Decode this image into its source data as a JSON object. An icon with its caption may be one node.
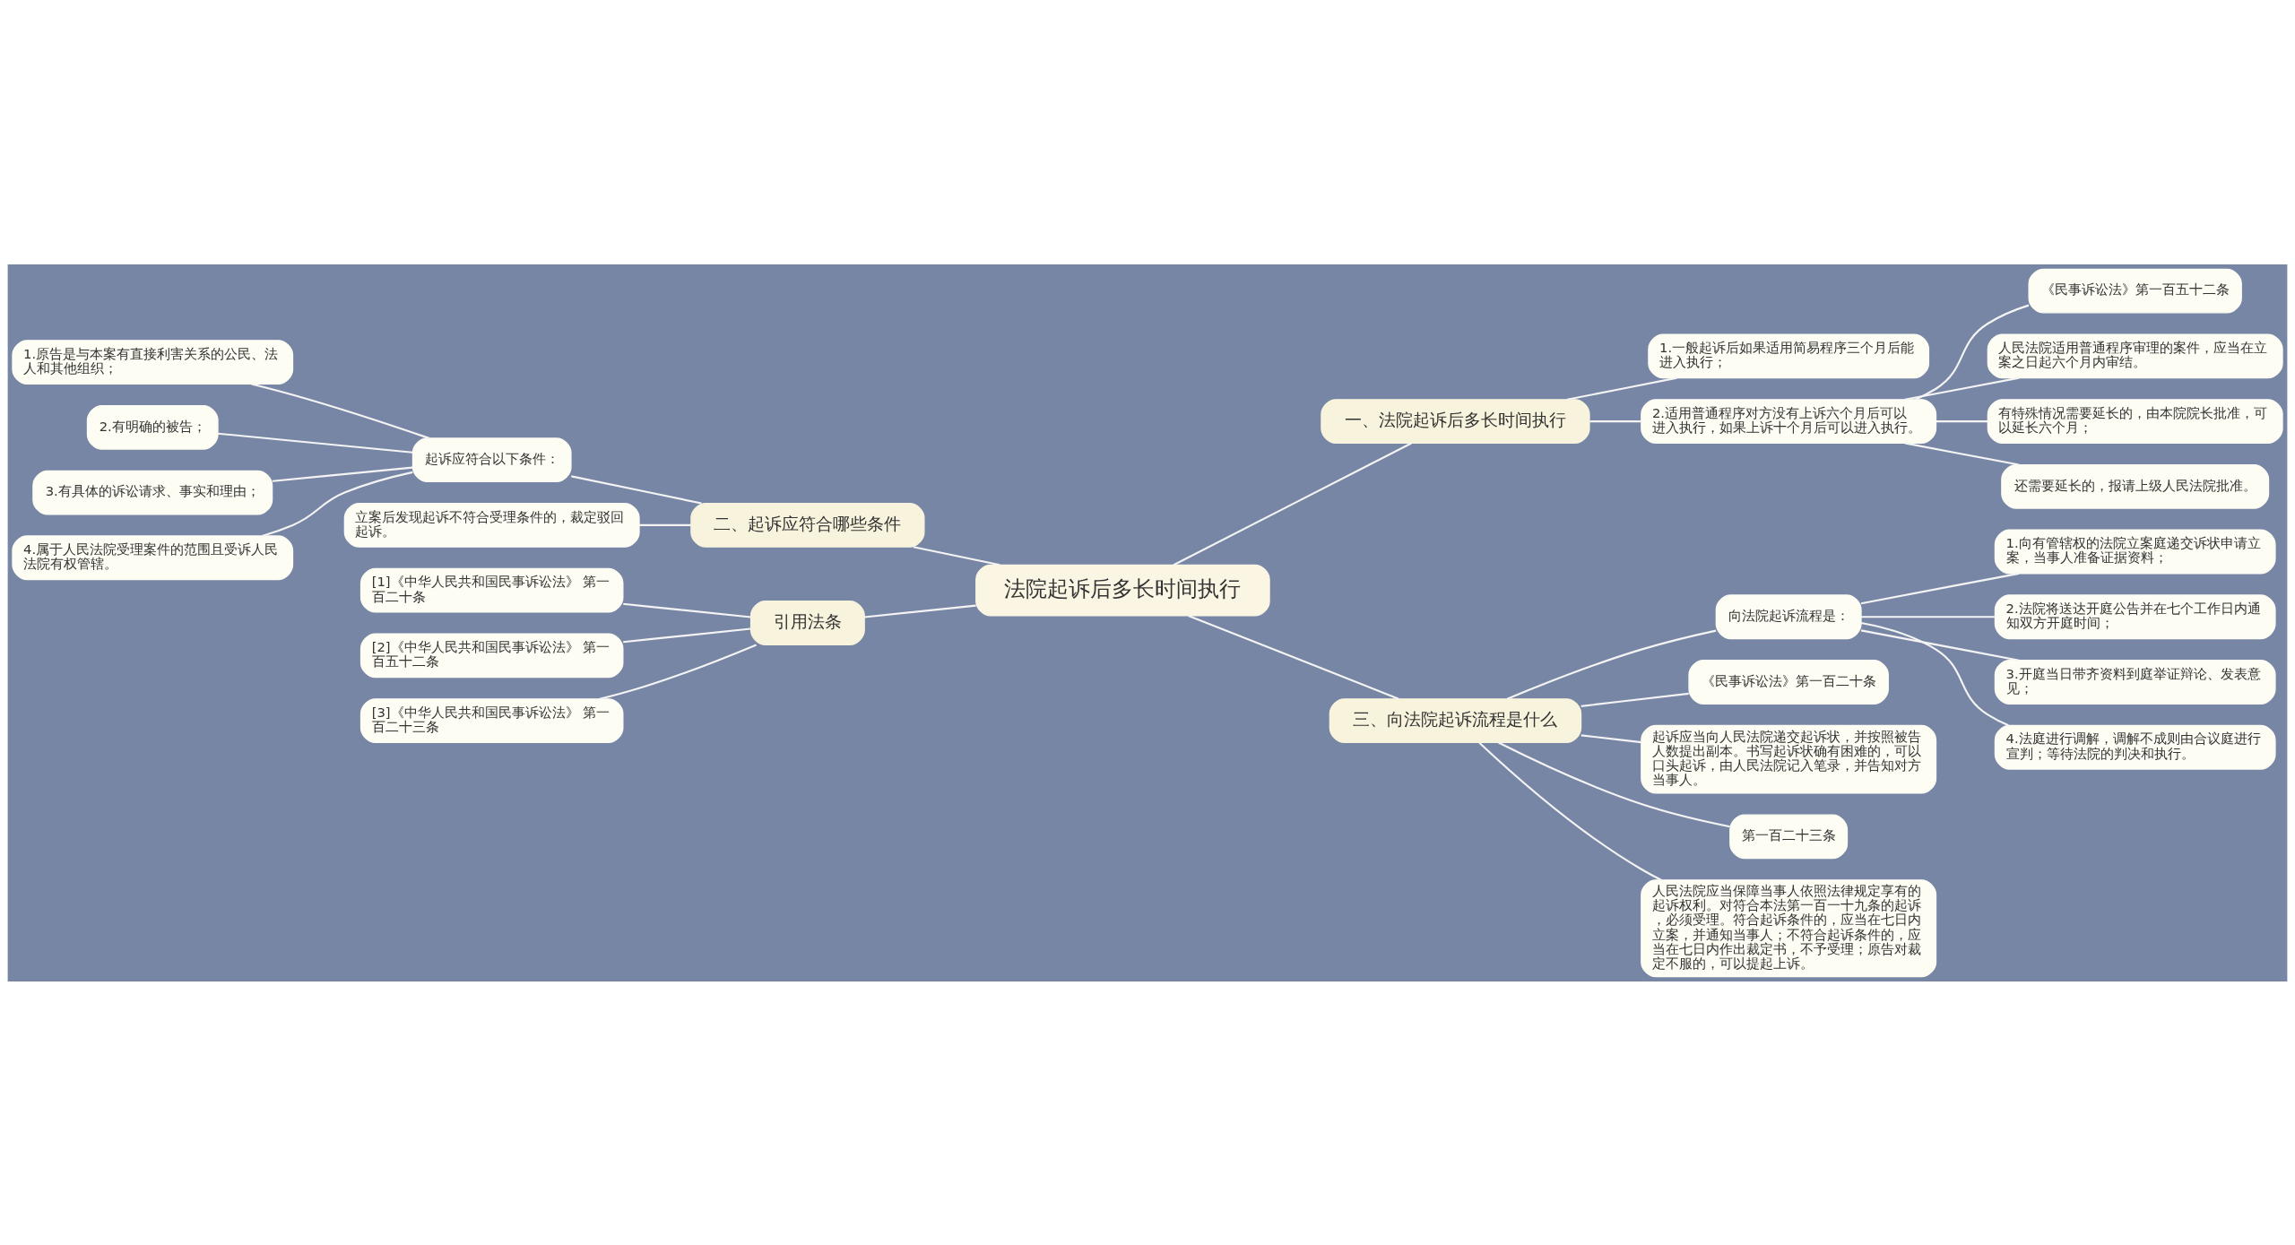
{
  "diagram": {
    "nodes": [
      {
        "text": [
          "法院起诉后多长时间执行"
        ]
      },
      {
        "text": [
          "一、法院起诉后多长时间执行"
        ]
      },
      {
        "text": [
          "1.一般起诉后如果适用简易程序三个月后能进入执行；"
        ]
      },
      {
        "text": [
          "2.适用普通程序对方没有上诉六个月后可以进入执行，如果上诉十个月后可以进入执行。"
        ]
      },
      {
        "text": [
          "《民事诉讼法》第一百五十二条"
        ]
      },
      {
        "text": [
          "人民法院适用普通程序审理的案件，应当在立案之日起六个月内审结。"
        ]
      },
      {
        "text": [
          "有特殊情况需要延长的，由本院院长批准，可以延长六个月；"
        ]
      },
      {
        "text": [
          "还需要延长的，报请上级人民法院批准。"
        ]
      },
      {
        "text": [
          "二、起诉应符合哪些条件"
        ]
      },
      {
        "text": [
          "起诉应符合以下条件："
        ]
      },
      {
        "text": [
          "1.原告是与本案有直接利害关系的公民、法人和其他组织；"
        ]
      },
      {
        "text": [
          "2.有明确的被告；"
        ]
      },
      {
        "text": [
          "3.有具体的诉讼请求、事实和理由；"
        ]
      },
      {
        "text": [
          "4.属于人民法院受理案件的范围且受诉人民法院有权管辖。"
        ]
      },
      {
        "text": [
          "立案后发现起诉不符合受理条件的，裁定驳回起诉。"
        ]
      },
      {
        "text": [
          "引用法条"
        ]
      },
      {
        "text": [
          "[1]《中华人民共和国民事诉讼法》 第一百二十条"
        ]
      },
      {
        "text": [
          "[2]《中华人民共和国民事诉讼法》 第一百五十二条"
        ]
      },
      {
        "text": [
          "[3]《中华人民共和国民事诉讼法》 第一百二十三条"
        ]
      },
      {
        "text": [
          "三、向法院起诉流程是什么"
        ]
      },
      {
        "text": [
          "向法院起诉流程是："
        ]
      },
      {
        "text": [
          "1.向有管辖权的法院立案庭递交诉状申请立案，当事人准备证据资料；"
        ]
      },
      {
        "text": [
          "2.法院将送达开庭公告并在七个工作日内通知双方开庭时间；"
        ]
      },
      {
        "text": [
          "3.开庭当日带齐资料到庭举证辩论、发表意见；"
        ]
      },
      {
        "text": [
          "4.法庭进行调解，调解不成则由合议庭进行宣判；等待法院的判决和执行。"
        ]
      },
      {
        "text": [
          "《民事诉讼法》第一百二十条"
        ]
      },
      {
        "text": [
          "起诉应当向人民法院递交起诉状，并按照被告人数提出副本。书写起诉状确有困难的，可以口头起诉，由人民法院记入笔录，并告知对方当事人。"
        ]
      },
      {
        "text": [
          "第一百二十三条"
        ]
      },
      {
        "text": [
          "人民法院应当保障当事人依照法律规定享有的起诉权利。对符合本法第一百一十九条的起诉，必须受理。符合起诉条件的，应当在七日内立案，并通知当事人；不符合起诉条件的，应当在七日内作出裁定书，不予受理；原告对裁定不服的，可以提起上诉。"
        ]
      }
    ],
    "edges": [
      {
        "from": 0,
        "to": 1,
        "arrow": "none"
      },
      {
        "from": 1,
        "to": 2,
        "arrow": "none"
      },
      {
        "from": 1,
        "to": 3,
        "arrow": "none"
      },
      {
        "from": 3,
        "to": 4,
        "arrow": "none"
      },
      {
        "from": 3,
        "to": 5,
        "arrow": "none"
      },
      {
        "from": 3,
        "to": 6,
        "arrow": "none"
      },
      {
        "from": 3,
        "to": 7,
        "arrow": "none"
      },
      {
        "from": 0,
        "to": 8,
        "arrow": "none"
      },
      {
        "from": 8,
        "to": 9,
        "arrow": "none"
      },
      {
        "from": 9,
        "to": 10,
        "arrow": "none"
      },
      {
        "from": 9,
        "to": 11,
        "arrow": "none"
      },
      {
        "from": 9,
        "to": 12,
        "arrow": "none"
      },
      {
        "from": 9,
        "to": 13,
        "arrow": "none"
      },
      {
        "from": 8,
        "to": 14,
        "arrow": "none"
      },
      {
        "from": 0,
        "to": 15,
        "arrow": "none"
      },
      {
        "from": 15,
        "to": 16,
        "arrow": "none"
      },
      {
        "from": 15,
        "to": 17,
        "arrow": "none"
      },
      {
        "from": 15,
        "to": 18,
        "arrow": "none"
      },
      {
        "from": 0,
        "to": 19,
        "arrow": "none"
      },
      {
        "from": 19,
        "to": 20,
        "arrow": "none"
      },
      {
        "from": 20,
        "to": 21,
        "arrow": "none"
      },
      {
        "from": 20,
        "to": 22,
        "arrow": "none"
      },
      {
        "from": 20,
        "to": 23,
        "arrow": "none"
      },
      {
        "from": 20,
        "to": 24,
        "arrow": "none"
      },
      {
        "from": 19,
        "to": 25,
        "arrow": "none"
      },
      {
        "from": 19,
        "to": 26,
        "arrow": "none"
      },
      {
        "from": 19,
        "to": 27,
        "arrow": "none"
      },
      {
        "from": 19,
        "to": 28,
        "arrow": "none"
      }
    ]
  }
}
